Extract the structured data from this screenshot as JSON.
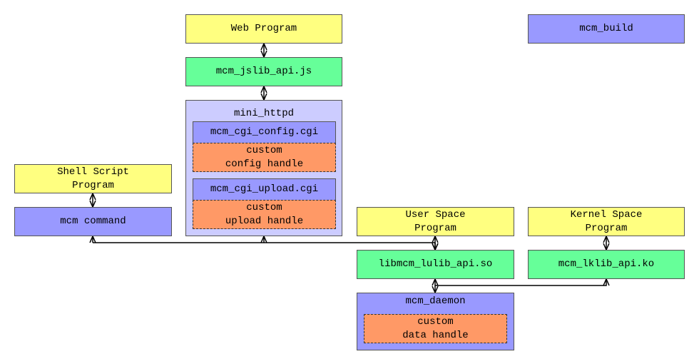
{
  "boxes": {
    "web_program": "Web Program",
    "mcm_build": "mcm_build",
    "jslib": "mcm_jslib_api.js",
    "mini_httpd": "mini_httpd",
    "cgi_config": "mcm_cgi_config.cgi",
    "custom_config": "custom\nconfig handle",
    "cgi_upload": "mcm_cgi_upload.cgi",
    "custom_upload": "custom\nupload handle",
    "shell_script": "Shell Script\nProgram",
    "mcm_command": "mcm command",
    "user_space": "User Space\nProgram",
    "kernel_space": "Kernel Space\nProgram",
    "lulib": "libmcm_lulib_api.so",
    "lklib": "mcm_lklib_api.ko",
    "mcm_daemon": "mcm_daemon",
    "custom_data": "custom\ndata handle"
  },
  "colors": {
    "yellow": "#ffff80",
    "green": "#66ff99",
    "purple": "#9999ff",
    "lavender": "#ccccff",
    "orange": "#ff9966"
  },
  "connections": [
    "web_program<->jslib",
    "jslib<->mini_httpd",
    "shell_script<->mcm_command",
    "kernel_space<->lklib",
    "user_space<->lulib",
    "lulib<->mcm_daemon",
    "mcm_command<->mini_httpd<->lulib",
    "lulib/mcm_daemon<->lklib"
  ]
}
